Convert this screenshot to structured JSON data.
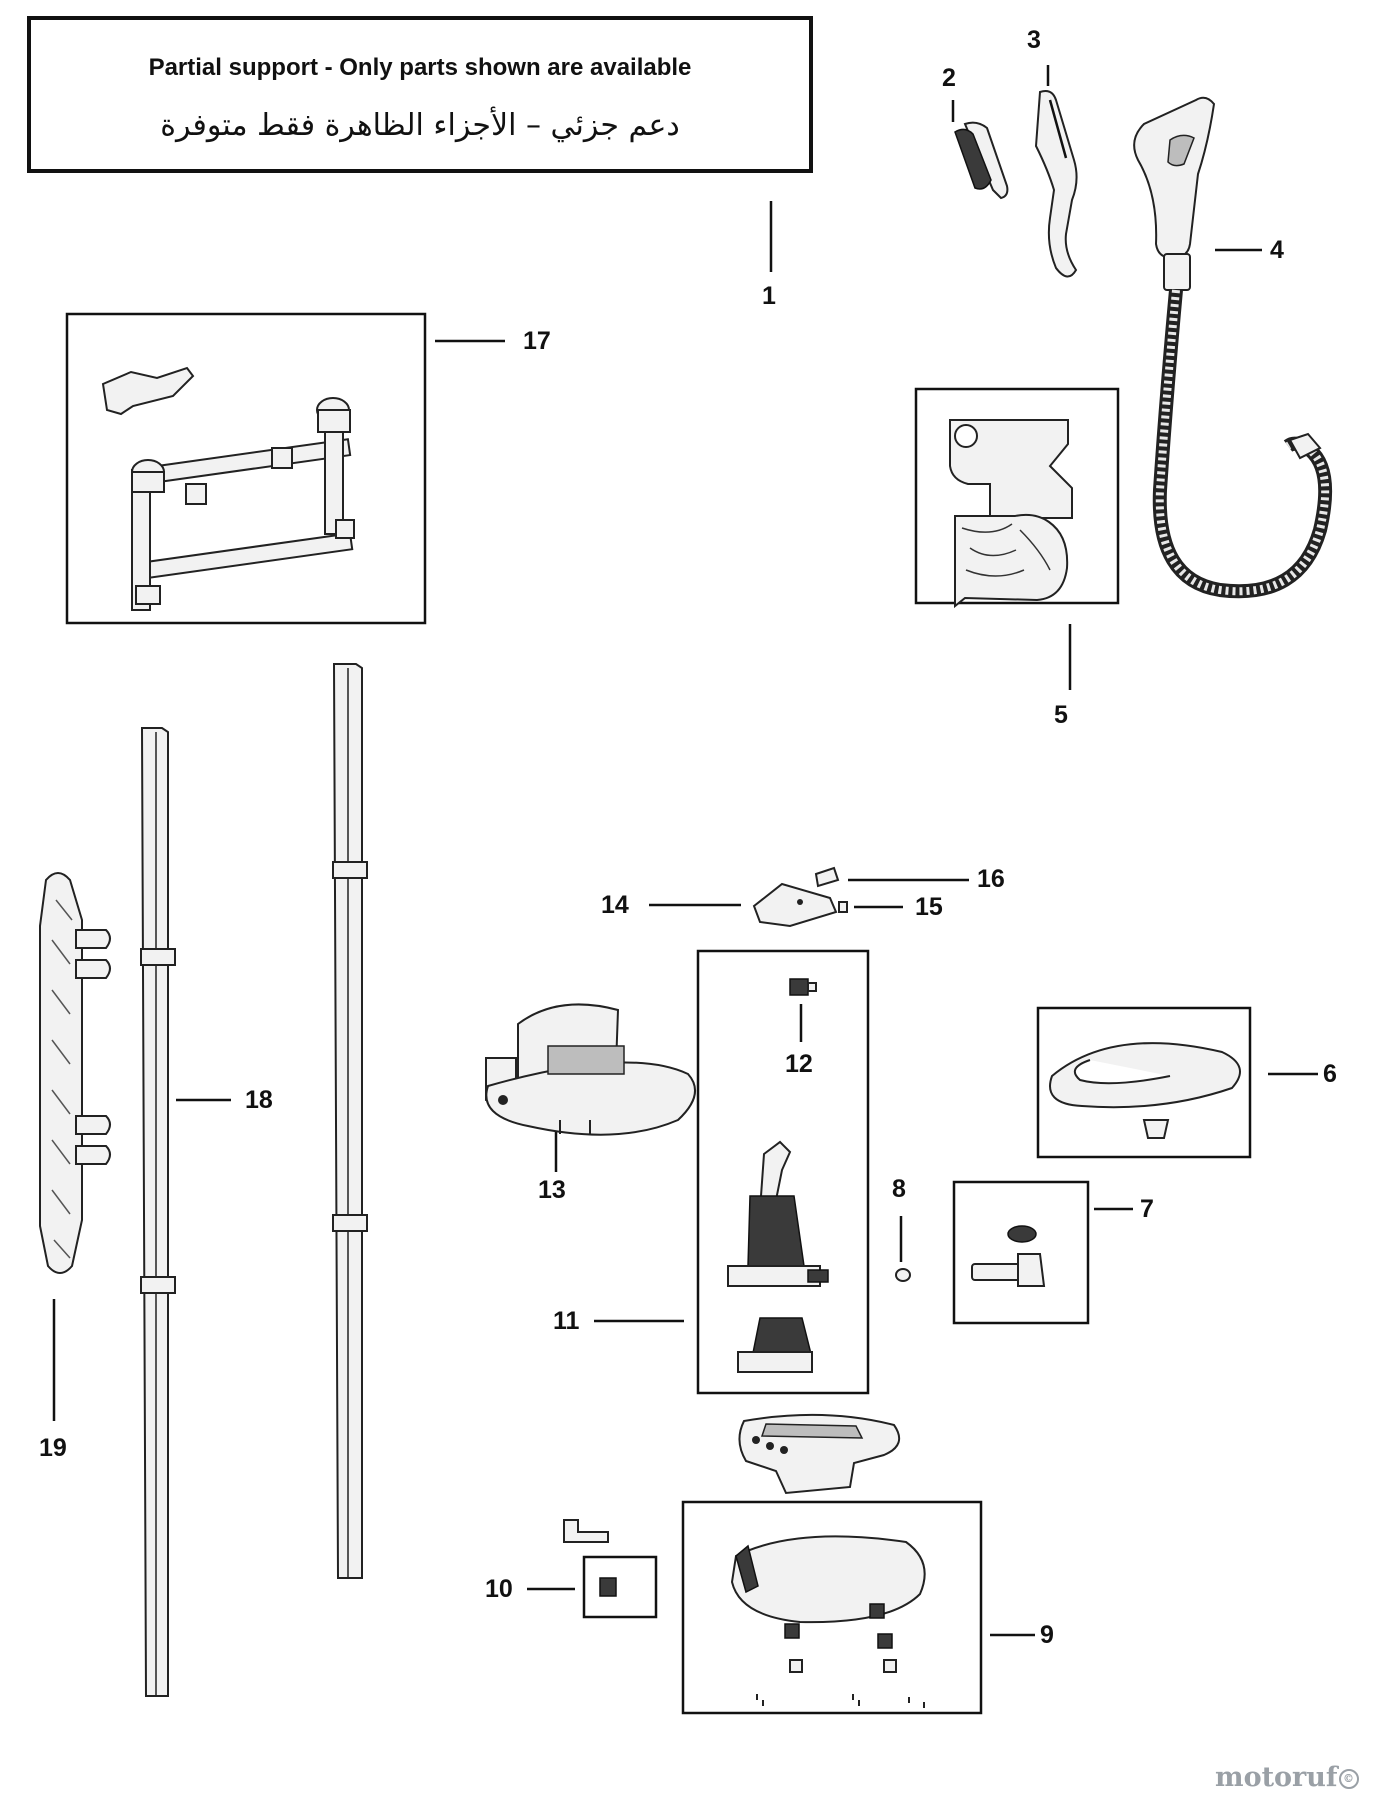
{
  "notice": {
    "english": "Partial support - Only parts shown are available",
    "arabic": "دعم جزئي – الأجزاء الظاهرة فقط متوفرة"
  },
  "callouts": [
    "1",
    "2",
    "3",
    "4",
    "5",
    "6",
    "7",
    "8",
    "9",
    "10",
    "11",
    "12",
    "13",
    "14",
    "15",
    "16",
    "17",
    "18",
    "19"
  ],
  "watermark": {
    "brand": "motoruf",
    "mark": "©"
  }
}
